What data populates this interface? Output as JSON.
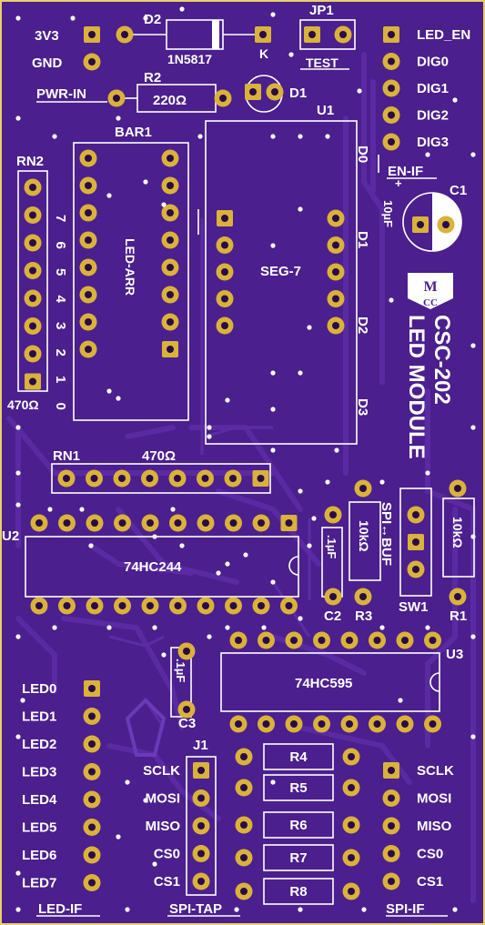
{
  "board": {
    "colors": {
      "substrate": "#4a1f8c",
      "copper": "#5e2fa8",
      "pad": "#d9b23a",
      "silk": "#ffffff",
      "edge": "#e8d06a"
    },
    "title_line1": "CSC-202",
    "title_line2": "LED MODULE",
    "logo_top": "M",
    "logo_bottom": "CC"
  },
  "power": {
    "label_3v3": "3V3",
    "label_gnd": "GND",
    "pwr_in": "PWR-IN"
  },
  "d2": {
    "ref": "D2",
    "part": "1N5817",
    "k": "K"
  },
  "jp1": {
    "ref": "JP1",
    "label": "TEST"
  },
  "r2": {
    "ref": "R2",
    "value": "220Ω"
  },
  "d1": {
    "ref": "D1"
  },
  "en_if": {
    "title": "EN-IF",
    "pins": [
      "LED_EN",
      "DIG0",
      "DIG1",
      "DIG2",
      "DIG3"
    ]
  },
  "u1": {
    "ref": "U1",
    "label": "SEG-7",
    "digits": [
      "D0",
      "D1",
      "D2",
      "D3"
    ]
  },
  "c1": {
    "ref": "C1",
    "value": "10µF"
  },
  "bar1": {
    "ref": "BAR1",
    "label": "LED-ARR",
    "index": [
      "7",
      "6",
      "5",
      "4",
      "3",
      "2",
      "1",
      "0"
    ]
  },
  "rn2": {
    "ref": "RN2",
    "value": "470Ω"
  },
  "rn1": {
    "ref": "RN1",
    "value": "470Ω"
  },
  "u2": {
    "ref": "U2",
    "part": "74HC244"
  },
  "c2": {
    "ref": "C2",
    "value": ".1µF"
  },
  "r3": {
    "ref": "R3",
    "value": "10kΩ"
  },
  "sw1": {
    "ref": "SW1",
    "label": "SPI↔BUF"
  },
  "r1": {
    "ref": "R1",
    "value": "10kΩ"
  },
  "u3": {
    "ref": "U3",
    "part": "74HC595"
  },
  "c3": {
    "ref": "C3",
    "value": ".1µF"
  },
  "led_if": {
    "title": "LED-IF",
    "pins": [
      "LED0",
      "LED1",
      "LED2",
      "LED3",
      "LED4",
      "LED5",
      "LED6",
      "LED7"
    ]
  },
  "spi_tap": {
    "title": "SPI-TAP",
    "ref": "J1",
    "pins": [
      "SCLK",
      "MOSI",
      "MISO",
      "CS0",
      "CS1"
    ]
  },
  "resistors": [
    "R4",
    "R5",
    "R6",
    "R7",
    "R8"
  ],
  "spi_if": {
    "title": "SPI-IF",
    "pins": [
      "SCLK",
      "MOSI",
      "MISO",
      "CS0",
      "CS1"
    ]
  }
}
